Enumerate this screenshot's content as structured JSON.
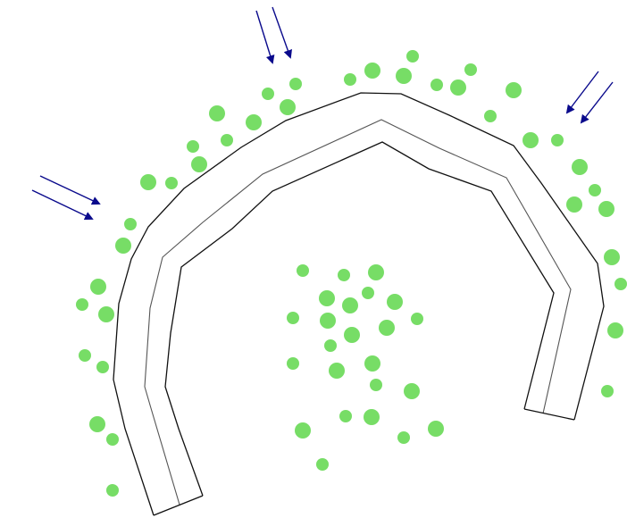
{
  "diagram": {
    "description_free": true,
    "colors": {
      "background": "#ffffff",
      "wall_outline": "#111111",
      "wall_centerline": "#555555",
      "particle": "#77dd66",
      "arrow": "#0a0a8c"
    },
    "icons": {
      "particle": "green-circle",
      "arrow": "double-arrow-pointing-inward"
    },
    "counts": {
      "inward_arrow_pairs": 3
    }
  }
}
